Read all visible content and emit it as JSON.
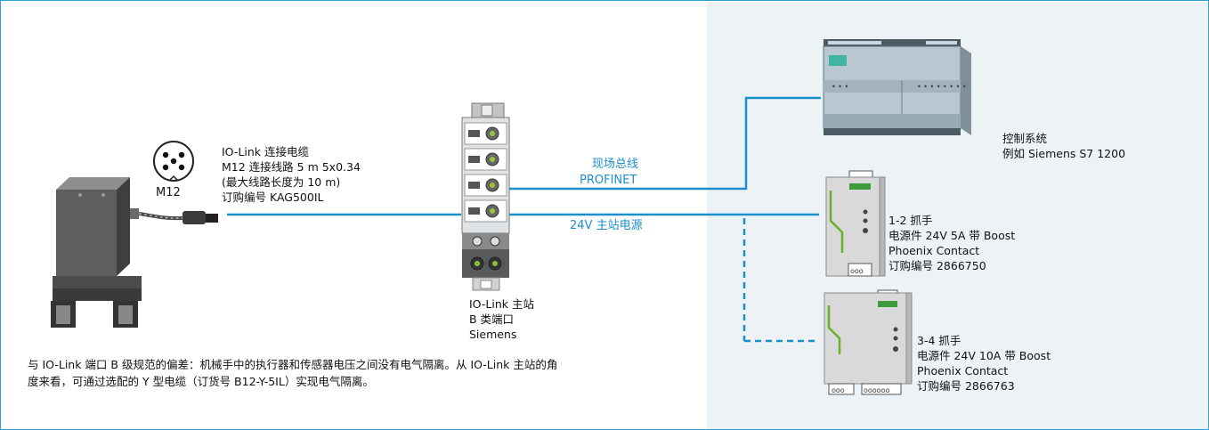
{
  "cable": {
    "connector_label": "M12",
    "lines": [
      "IO-Link 连接电缆",
      "M12 连接线路 5 m 5x0.34",
      "(最大线路长度为 10 m)",
      "订购编号 KAG500IL"
    ]
  },
  "bus": {
    "fieldbus_label": "现场总线",
    "profinet_label": "PROFINET",
    "power_label": "24V 主站电源"
  },
  "master": {
    "lines": [
      "IO-Link 主站",
      "B 类端口",
      "Siemens"
    ]
  },
  "controller": {
    "lines": [
      "控制系统",
      "例如 Siemens S7 1200"
    ]
  },
  "psu1": {
    "lines": [
      "1-2 抓手",
      "电源件 24V 5A 带 Boost",
      "Phoenix Contact",
      "订购编号 2866750"
    ]
  },
  "psu2": {
    "lines": [
      "3-4 抓手",
      "电源件 24V 10A 带 Boost",
      "Phoenix Contact",
      "订购编号 2866763"
    ]
  },
  "note": {
    "lines": [
      "与 IO-Link 端口 B 级规范的偏差：机械手中的执行器和传感器电压之间没有电气隔离。从 IO-Link 主站的角",
      "度来看，可通过选配的 Y 型电缆（订货号 B12-Y-5IL）实现电气隔离。"
    ]
  },
  "colors": {
    "accent": "#1b8fca",
    "panel": "#edf2f7",
    "frame": "#2c9fd6"
  }
}
